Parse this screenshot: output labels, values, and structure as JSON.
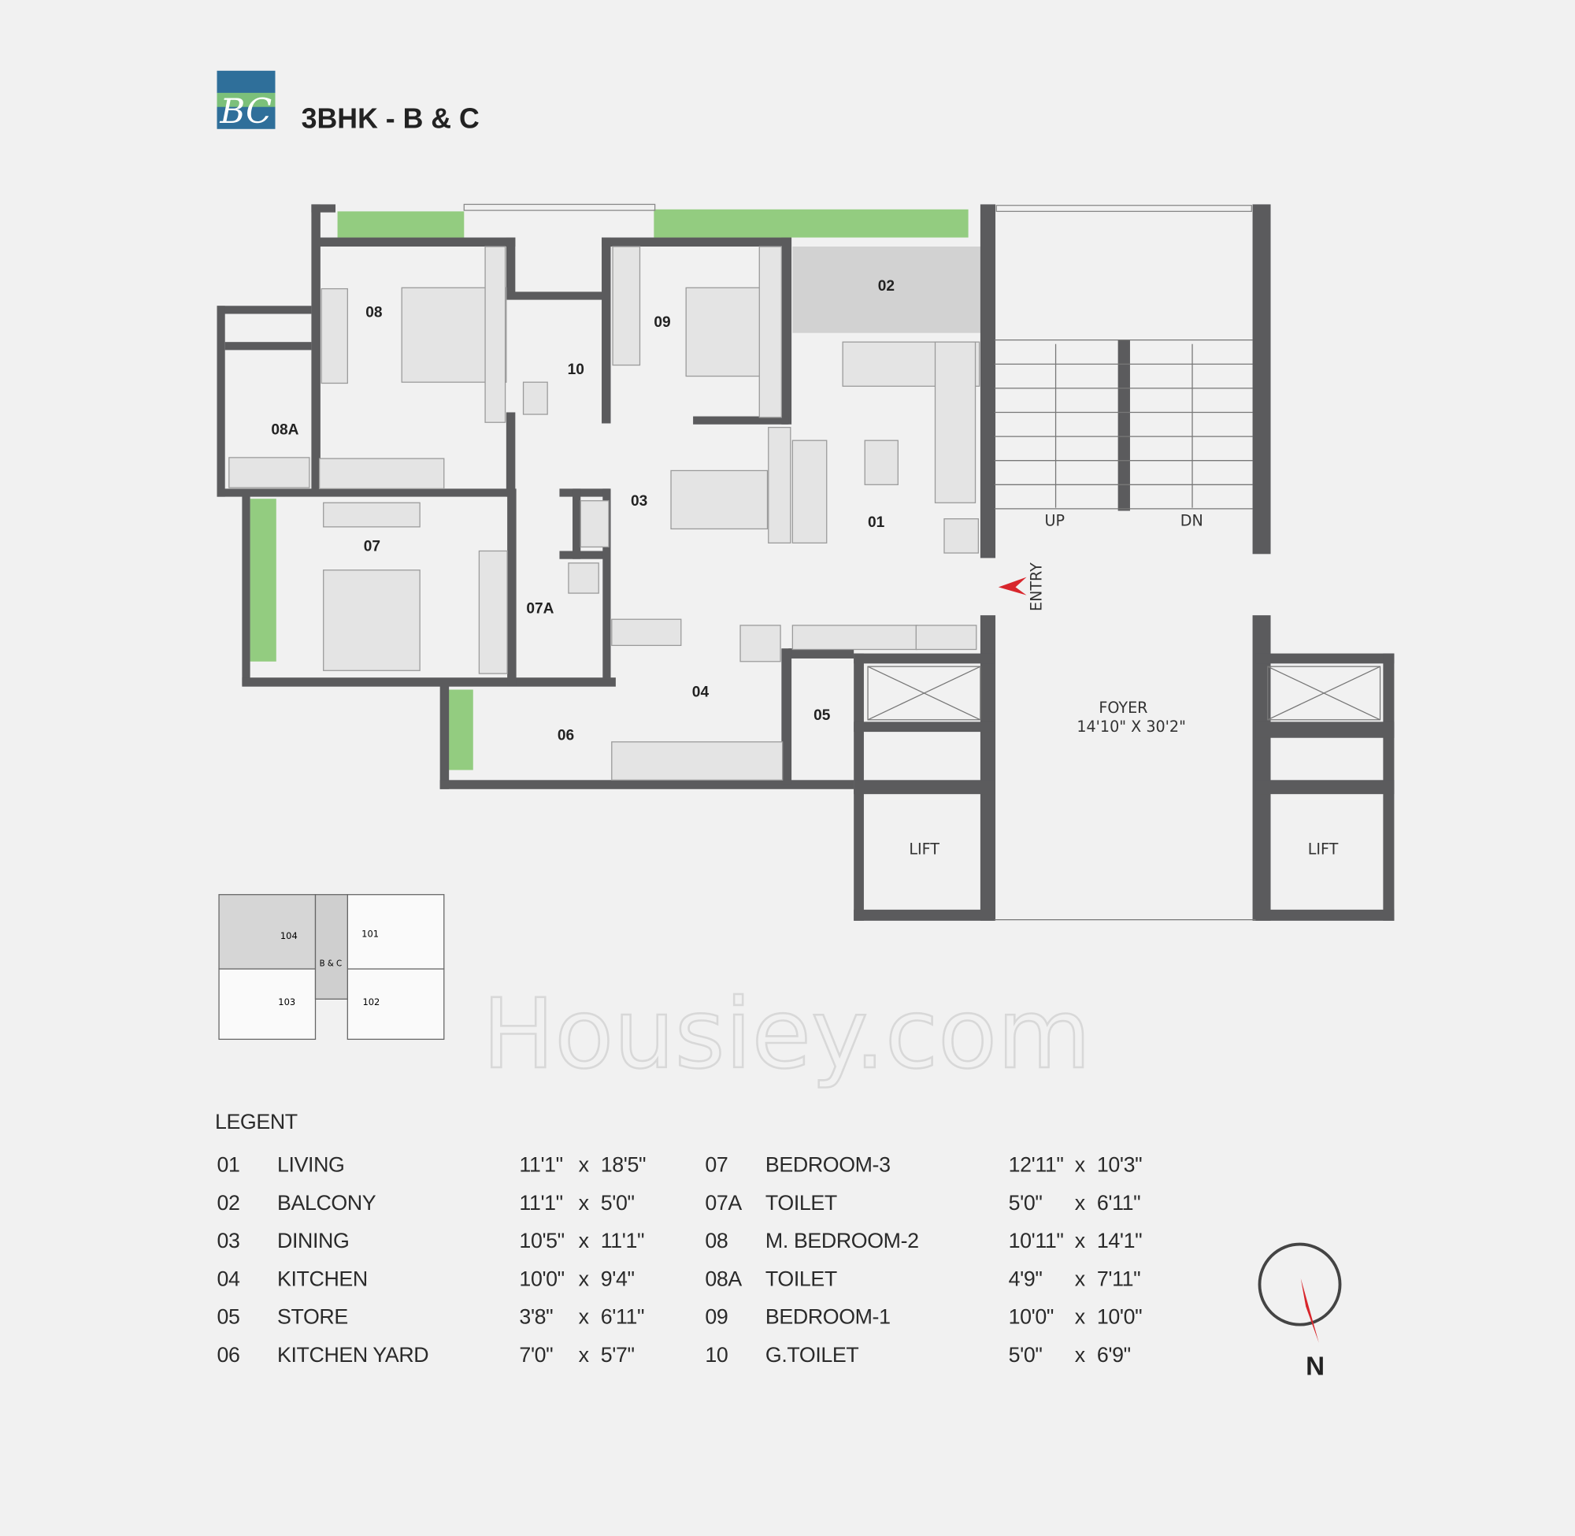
{
  "header": {
    "logo_text": "BC",
    "title": "3BHK - B & C"
  },
  "plan": {
    "rooms": {
      "r01": "01",
      "r02": "02",
      "r03": "03",
      "r04": "04",
      "r05": "05",
      "r06": "06",
      "r07": "07",
      "r07a": "07A",
      "r08": "08",
      "r08a": "08A",
      "r09": "09",
      "r10": "10"
    },
    "up": "UP",
    "dn": "DN",
    "entry": "ENTRY",
    "foyer": "FOYER",
    "foyer_size": "14'10\" X 30'2\"",
    "lift_left": "LIFT",
    "lift_right": "LIFT",
    "watermark": "Housiey.com",
    "colors": {
      "wall": "#5b5b5d",
      "green": "#93cc80",
      "entry_arrow": "#d8262c"
    }
  },
  "key_plan": {
    "units": [
      "104",
      "101",
      "103",
      "102"
    ],
    "core": "B & C"
  },
  "legend": {
    "title": "LEGENT",
    "left": [
      {
        "code": "01",
        "name": "LIVING",
        "w": "11'1\"",
        "x": "x",
        "h": "18'5\""
      },
      {
        "code": "02",
        "name": "BALCONY",
        "w": "11'1\"",
        "x": "x",
        "h": "5'0\""
      },
      {
        "code": "03",
        "name": "DINING",
        "w": "10'5\"",
        "x": "x",
        "h": "11'1\""
      },
      {
        "code": "04",
        "name": "KITCHEN",
        "w": "10'0\"",
        "x": "x",
        "h": "9'4\""
      },
      {
        "code": "05",
        "name": "STORE",
        "w": "3'8\"",
        "x": "x",
        "h": "6'11\""
      },
      {
        "code": "06",
        "name": "KITCHEN YARD",
        "w": "7'0\"",
        "x": "x",
        "h": "5'7\""
      }
    ],
    "right": [
      {
        "code": "07",
        "name": "BEDROOM-3",
        "w": "12'11\"",
        "x": "x",
        "h": "10'3\""
      },
      {
        "code": "07A",
        "name": "TOILET",
        "w": "5'0\"",
        "x": "x",
        "h": "6'11\""
      },
      {
        "code": "08",
        "name": "M. BEDROOM-2",
        "w": "10'11\"",
        "x": "x",
        "h": "14'1\""
      },
      {
        "code": "08A",
        "name": "TOILET",
        "w": "4'9\"",
        "x": "x",
        "h": "7'11\""
      },
      {
        "code": "09",
        "name": "BEDROOM-1",
        "w": "10'0\"",
        "x": "x",
        "h": "10'0\""
      },
      {
        "code": "10",
        "name": "G.TOILET",
        "w": "5'0\"",
        "x": "x",
        "h": "6'9\""
      }
    ]
  },
  "compass": {
    "label": "N",
    "needle_color": "#d8262c"
  }
}
